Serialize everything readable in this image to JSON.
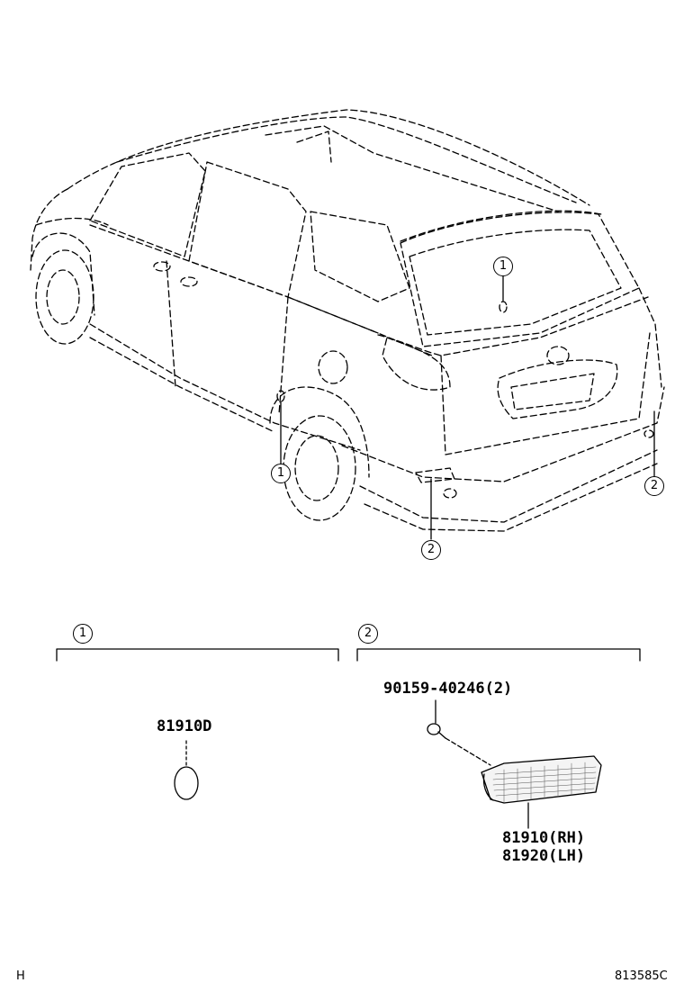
{
  "callouts": {
    "one": "1",
    "two": "2"
  },
  "group_1": {
    "index": "1",
    "parts": [
      "81910D"
    ]
  },
  "group_2": {
    "index": "2",
    "screw_part": "90159-40246(2)",
    "lamp_parts": [
      "81910(RH)",
      "81920(LH)"
    ]
  },
  "footer": {
    "left_code": "H",
    "diagram_id": "813585C"
  }
}
